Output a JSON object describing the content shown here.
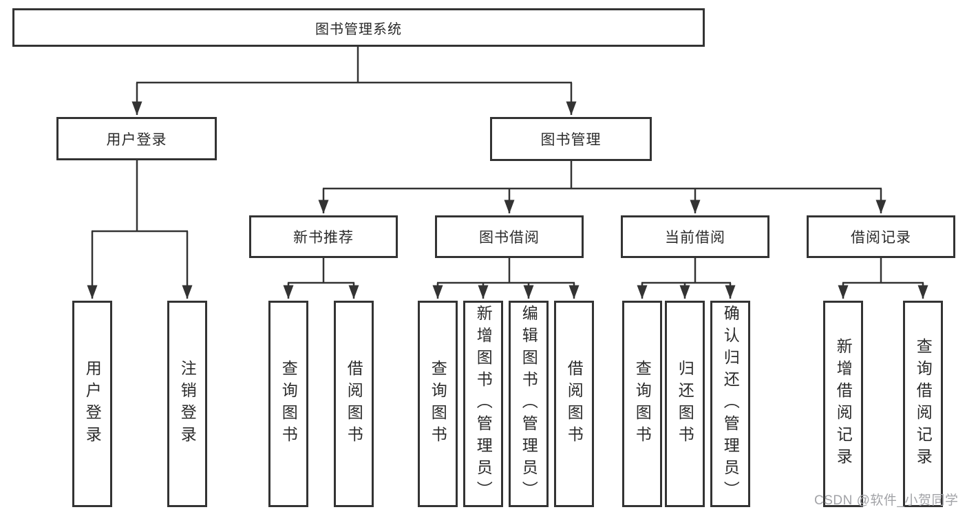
{
  "diagram": {
    "type": "hierarchy-tree",
    "root": {
      "label": "图书管理系统"
    },
    "level1": [
      {
        "label": "用户登录"
      },
      {
        "label": "图书管理"
      }
    ],
    "level2": [
      {
        "label": "新书推荐",
        "parent": "图书管理"
      },
      {
        "label": "图书借阅",
        "parent": "图书管理"
      },
      {
        "label": "当前借阅",
        "parent": "图书管理"
      },
      {
        "label": "借阅记录",
        "parent": "图书管理"
      }
    ],
    "leaves": [
      {
        "label": "用户登录",
        "parent": "用户登录"
      },
      {
        "label": "注销登录",
        "parent": "用户登录"
      },
      {
        "label": "查询图书",
        "parent": "新书推荐"
      },
      {
        "label": "借阅图书",
        "parent": "新书推荐"
      },
      {
        "label": "查询图书",
        "parent": "图书借阅"
      },
      {
        "label": "新增图书（管理员）",
        "parent": "图书借阅"
      },
      {
        "label": "编辑图书（管理员）",
        "parent": "图书借阅"
      },
      {
        "label": "借阅图书",
        "parent": "图书借阅"
      },
      {
        "label": "查询图书",
        "parent": "当前借阅"
      },
      {
        "label": "归还图书",
        "parent": "当前借阅"
      },
      {
        "label": "确认归还（管理员）",
        "parent": "当前借阅"
      },
      {
        "label": "新增借阅记录",
        "parent": "借阅记录"
      },
      {
        "label": "查询借阅记录",
        "parent": "借阅记录"
      }
    ]
  },
  "watermark": {
    "text": "CSDN @软件_小贺同学"
  },
  "colors": {
    "line": "#333333",
    "text": "#2b2b2b",
    "watermark": "#a2a3a7",
    "background": "#ffffff"
  }
}
